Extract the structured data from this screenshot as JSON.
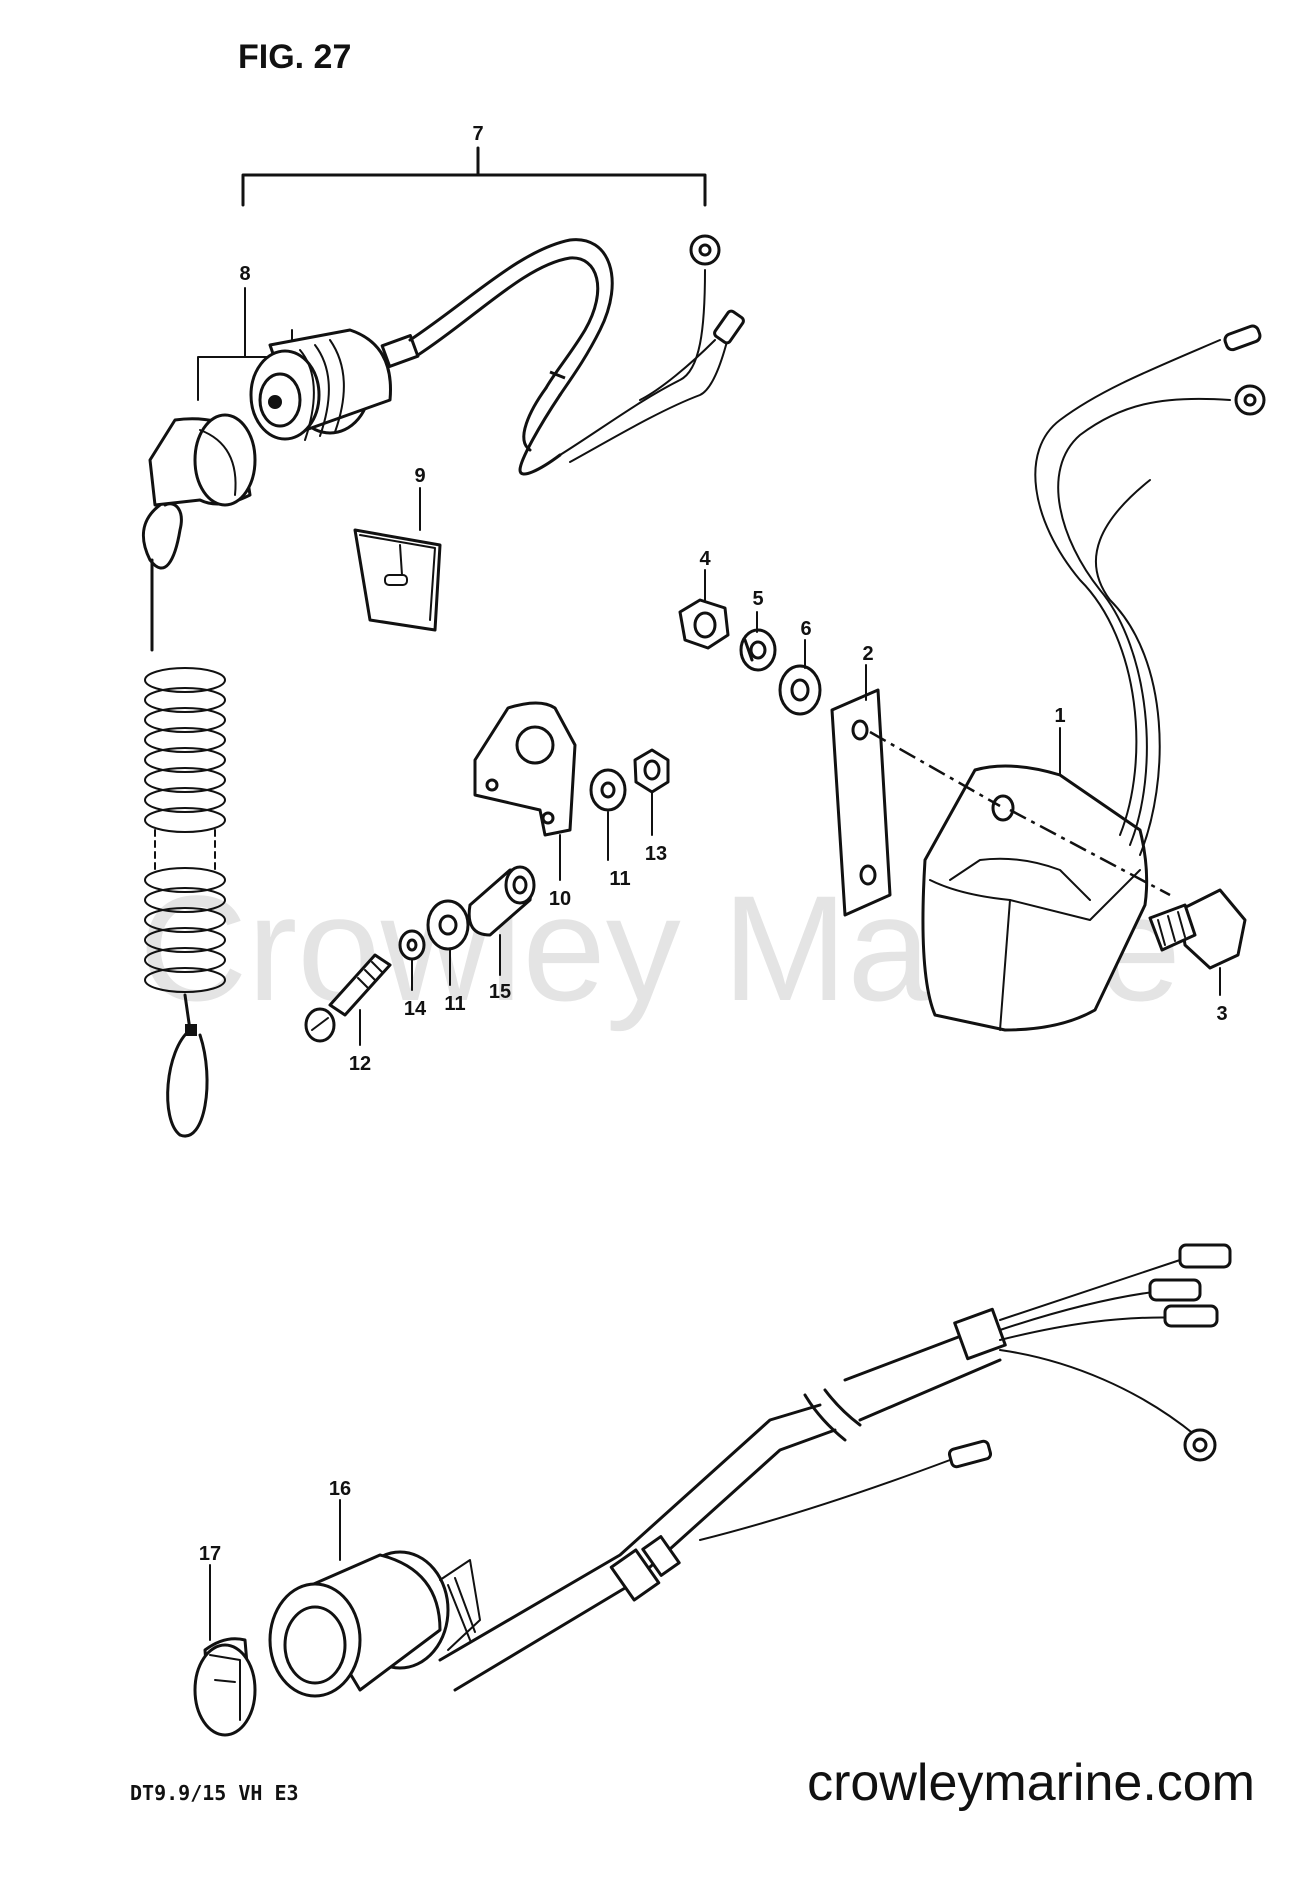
{
  "figure": {
    "title": "FIG. 27",
    "model_code": "DT9.9/15  VH  E3"
  },
  "watermark": {
    "text": "Crowley Marine",
    "site": "crowleymarine.com"
  },
  "callouts": {
    "c1": "1",
    "c2": "2",
    "c3": "3",
    "c4": "4",
    "c5": "5",
    "c6": "6",
    "c7": "7",
    "c8": "8",
    "c9": "9",
    "c10": "10",
    "c11a": "11",
    "c11b": "11",
    "c12": "12",
    "c13": "13",
    "c14": "14",
    "c15": "15",
    "c16": "16",
    "c17": "17"
  }
}
